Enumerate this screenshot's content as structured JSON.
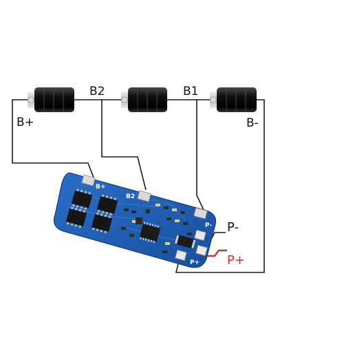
{
  "labels": {
    "b_plus": "B+",
    "b2": "B2",
    "b1": "B1",
    "b_minus": "B-",
    "p_minus": "P-",
    "p_plus": "P+"
  },
  "pcb": {
    "pad_b_plus": "B+",
    "pad_b2": "B2",
    "pad_p_minus": "P-",
    "pad_p_plus": "P+"
  },
  "colors": {
    "wire": "#1a1a1a",
    "p_plus_wire": "#c0392b",
    "p_plus_text": "#c0392b",
    "pcb": "#1d5fb4",
    "battery": "#151515"
  }
}
